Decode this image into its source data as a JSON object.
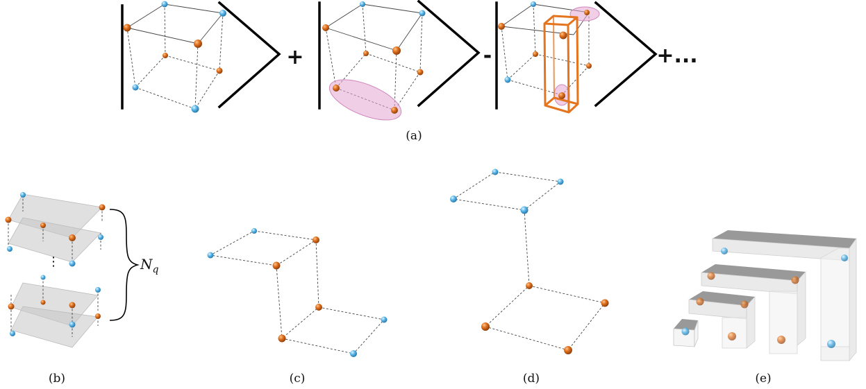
{
  "captions": {
    "a": "(a)",
    "b": "(b)",
    "c": "(c)",
    "d": "(d)",
    "e": "(e)"
  },
  "operators": {
    "plus": "+",
    "minus": "-",
    "plus_more": "+..."
  },
  "label_n": "N",
  "label_n_sub": "q",
  "colors": {
    "orange": "#e0711f",
    "blue": "#5bb8ea",
    "highlight": "#e2a6d2",
    "stick": "#e4741e"
  }
}
